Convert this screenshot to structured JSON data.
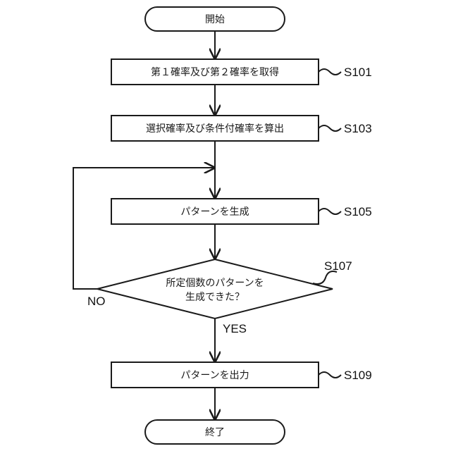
{
  "nodes": {
    "start": {
      "text": "開始"
    },
    "s101": {
      "text": "第１確率及び第２確率を取得",
      "step": "S101"
    },
    "s103": {
      "text": "選択確率及び条件付確率を算出",
      "step": "S103"
    },
    "s105": {
      "text": "パターンを生成",
      "step": "S105"
    },
    "s107": {
      "line1": "所定個数のパターンを",
      "line2": "生成できた？",
      "step": "S107",
      "no_label": "NO",
      "yes_label": "YES"
    },
    "s109": {
      "text": "パターンを出力",
      "step": "S109"
    },
    "end": {
      "text": "終了"
    }
  }
}
